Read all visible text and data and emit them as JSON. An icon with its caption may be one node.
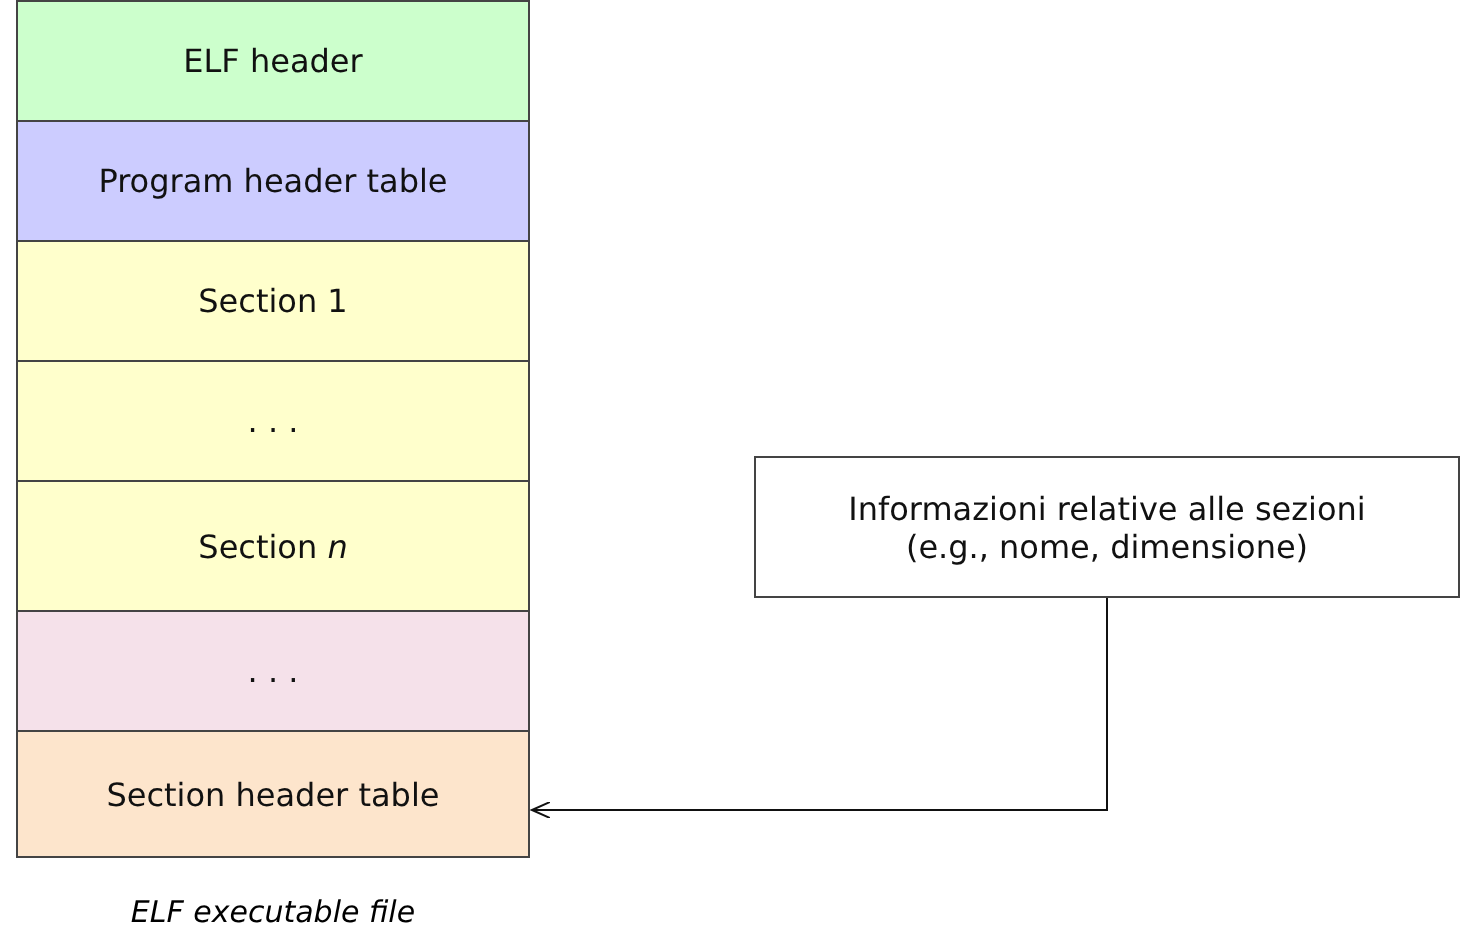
{
  "diagram": {
    "caption": "ELF executable file",
    "nodes": [
      {
        "text": [
          "ELF header"
        ]
      },
      {
        "text": [
          "Program header table"
        ]
      },
      {
        "text": [
          "Section 1"
        ]
      },
      {
        "text": [
          ". . ."
        ]
      },
      {
        "text": [
          "Section *n*"
        ]
      },
      {
        "text": [
          ". . ."
        ]
      },
      {
        "text": [
          "Section header table"
        ]
      },
      {
        "text": [
          "Informazioni relative alle sezioni (e.g., nome, dimensione)"
        ]
      }
    ],
    "edges": [
      {
        "from": 7,
        "to": 6,
        "arrow": "to"
      }
    ]
  }
}
